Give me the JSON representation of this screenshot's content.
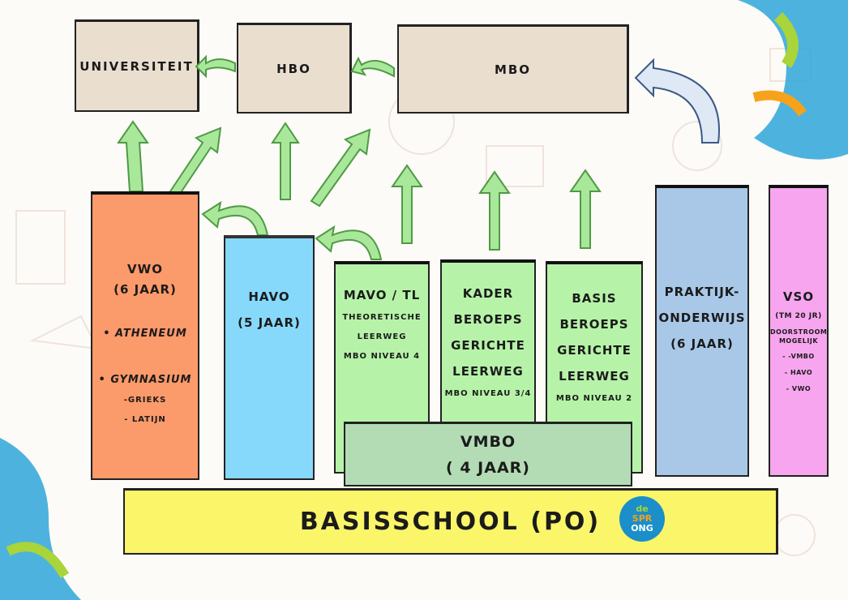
{
  "top": {
    "universiteit": "UNIVERSITEIT",
    "hbo": "HBO",
    "mbo": "MBO"
  },
  "columns": {
    "vwo": {
      "title": "VWO",
      "years": "(6 JAAR)",
      "items": [
        "• ATHENEUM",
        "• GYMNASIUM"
      ],
      "sub": [
        "-GRIEKS",
        "- LATIJN"
      ]
    },
    "havo": {
      "title": "HAVO",
      "years": "(5 JAAR)"
    },
    "mavo": {
      "title": "MAVO / TL",
      "lines": [
        "THEORETISCHE",
        "LEERWEG",
        "MBO NIVEAU 4"
      ]
    },
    "kader": {
      "lines": [
        "KADER",
        "BEROEPS",
        "GERICHTE",
        "LEERWEG"
      ],
      "niveau": "MBO NIVEAU 3/4"
    },
    "basis": {
      "lines": [
        "BASIS",
        "BEROEPS",
        "GERICHTE",
        "LEERWEG"
      ],
      "niveau": "MBO NIVEAU 2"
    },
    "praktijk": {
      "lines": [
        "PRAKTIJK-",
        "ONDERWIJS"
      ],
      "years": "(6 JAAR)"
    },
    "vso": {
      "title": "VSO",
      "years": "(TM 20 JR)",
      "lines": [
        "DOORSTROOM",
        "MOGELIJK"
      ],
      "items": [
        "-  -VMBO",
        "-  HAVO",
        "-  VWO"
      ]
    }
  },
  "vmbo": {
    "title": "VMBO",
    "years": "( 4 JAAR)"
  },
  "basisschool": "BASISSCHOOL (PO)",
  "logo": {
    "line1": "de",
    "line2": "SPR",
    "line3": "ONG"
  },
  "colors": {
    "vwo": "#fb9a6a",
    "havo": "#86d9fb",
    "vmbo_cols": "#b6f3a8",
    "praktijk": "#a9c8e8",
    "vso": "#f7a5ee",
    "basisschool": "#fbf56a",
    "top": "#eadfcf",
    "arrow": "#7fcf6f"
  }
}
